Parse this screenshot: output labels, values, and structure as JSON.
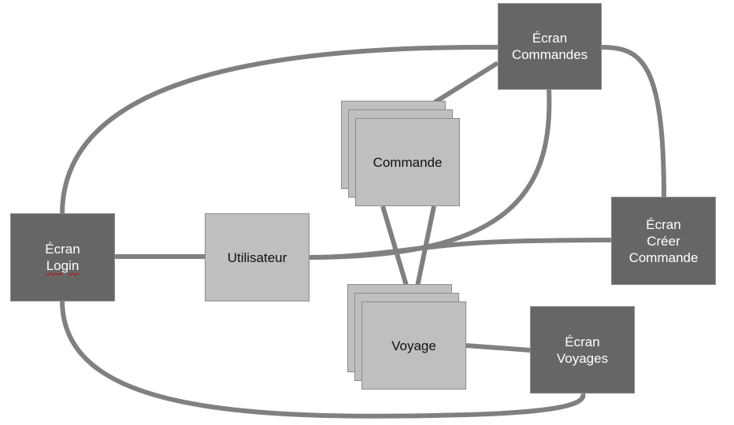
{
  "nodes": {
    "ecran_commandes": "Écran\nCommandes",
    "commande": "Commande",
    "ecran_login_line1": "Écran",
    "ecran_login_line2": "Login",
    "utilisateur": "Utilisateur",
    "ecran_creer_commande": "Écran\nCréer\nCommande",
    "voyage": "Voyage",
    "ecran_voyages": "Écran\nVoyages"
  },
  "colors": {
    "screen_box": "#666666",
    "entity_box": "#bfbfbf",
    "connector": "#808080"
  }
}
